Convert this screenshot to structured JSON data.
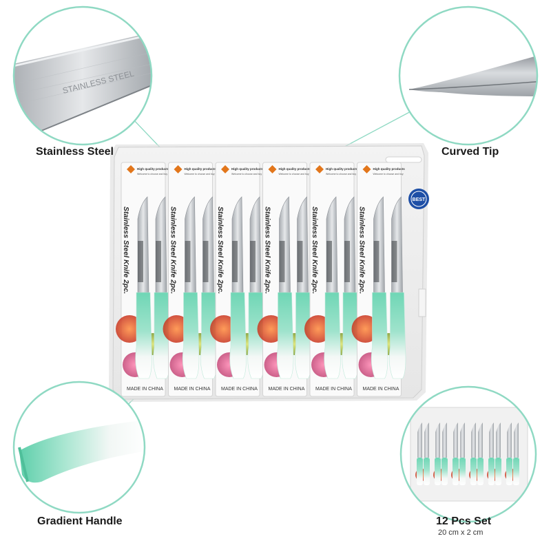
{
  "callouts": {
    "top_left": "Stainless Steel",
    "top_right": "Curved Tip",
    "bottom_left": "Gradient Handle",
    "bottom_right": "12 Pcs Set",
    "bottom_right_sub": "20 cm x 2 cm"
  },
  "blade_engraving": "STAINLESS STEEL",
  "card": {
    "header_title": "High quality products",
    "header_sub": "Welcome to choose and buy",
    "side_text": "Stainless Steel Knife 2pc.",
    "footer_text": "MADE IN CHINA",
    "badge_text": "BEST",
    "count": 6
  },
  "colors": {
    "accent_mint": "#7fdcc0",
    "circle_outline": "#8fd9c3",
    "handle_white": "#ffffff",
    "blade_steel": "#c9ccd0"
  }
}
